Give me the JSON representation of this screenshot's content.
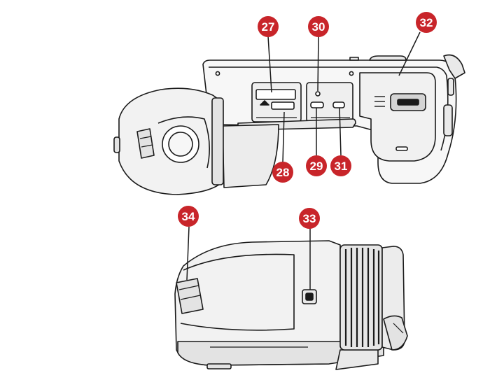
{
  "diagram": {
    "top_view_label": "device-top-view",
    "side_view_label": "device-side-view",
    "callout_color": "#c8252a",
    "callout_text_color": "#ffffff",
    "line_color": "#1a1a1a",
    "fill_light": "#f7f7f7",
    "fill_mid": "#e9e9e9",
    "fill_dark": "#d4d4d4",
    "callouts": {
      "c27": "27",
      "c28": "28",
      "c29": "29",
      "c30": "30",
      "c31": "31",
      "c32": "32",
      "c33": "33",
      "c34": "34"
    }
  }
}
